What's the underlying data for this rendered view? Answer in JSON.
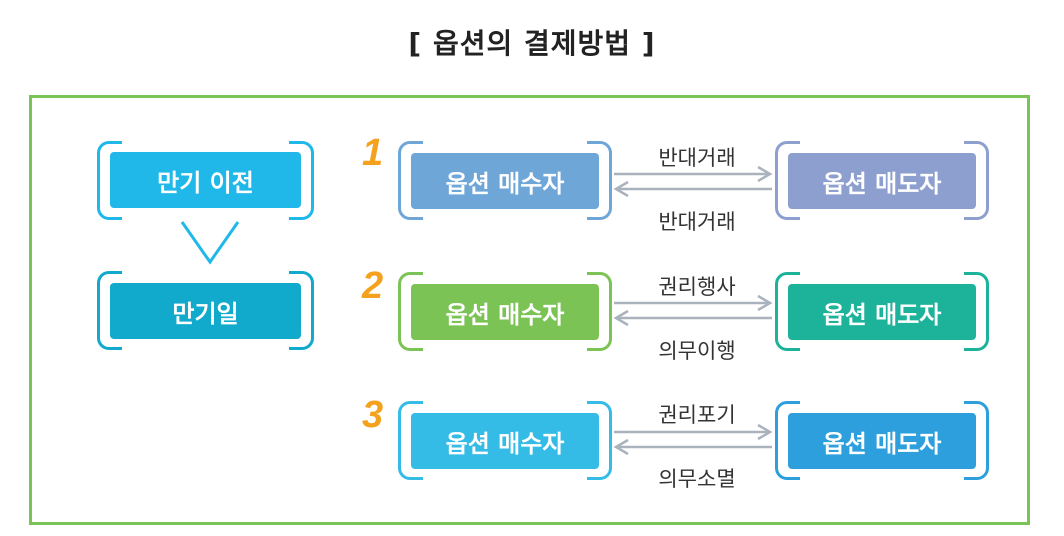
{
  "title": "[ 옵션의 결제방법 ]",
  "timeline": {
    "before": "만기 이전",
    "on": "만기일"
  },
  "rows": [
    {
      "num": "1",
      "buyer": "옵션 매수자",
      "seller": "옵션 매도자",
      "top_label": "반대거래",
      "bottom_label": "반대거래",
      "buyer_color": "#6ea6d8",
      "seller_color": "#8d9fcf",
      "buyer_frame": "#6ea6d8",
      "seller_frame": "#8d9fcf"
    },
    {
      "num": "2",
      "buyer": "옵션 매수자",
      "seller": "옵션 매도자",
      "top_label": "권리행사",
      "bottom_label": "의무이행",
      "buyer_color": "#7cc356",
      "seller_color": "#1db29a",
      "buyer_frame": "#7cc356",
      "seller_frame": "#1db29a"
    },
    {
      "num": "3",
      "buyer": "옵션 매수자",
      "seller": "옵션 매도자",
      "top_label": "권리포기",
      "bottom_label": "의무소멸",
      "buyer_color": "#34bbe6",
      "seller_color": "#2c9fdc",
      "buyer_frame": "#34bbe6",
      "seller_frame": "#2c9fdc"
    }
  ],
  "colors": {
    "panel_border": "#7cc356",
    "timeline_before": "#1fb8e8",
    "timeline_on": "#11aacc",
    "arrow": "#aab3bd",
    "number": "#f4a21e"
  }
}
